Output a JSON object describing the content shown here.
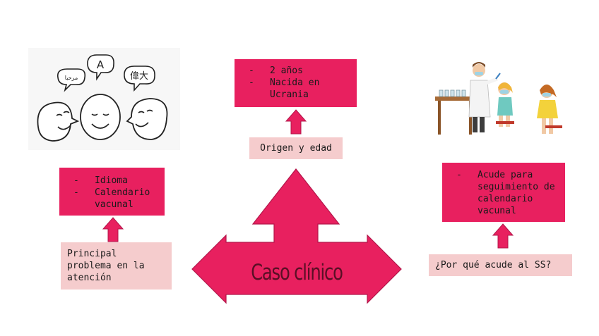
{
  "center": {
    "label": "Caso clínico"
  },
  "top": {
    "items": [
      "2 años",
      "Nacida en Ucrania"
    ],
    "question": "Origen y edad"
  },
  "left": {
    "items": [
      "Idioma",
      "Calendario vacunal"
    ],
    "question": "Principal problema en la atención",
    "illustration_texts": [
      "A",
      "偉大",
      "مرحبا"
    ]
  },
  "right": {
    "items": [
      "Acude para seguimiento de calendario vacunal"
    ],
    "question": "¿Por qué acude al SS?"
  },
  "colors": {
    "accent": "#e8205f",
    "light": "#f5cccd",
    "label": "#5a0f25"
  }
}
